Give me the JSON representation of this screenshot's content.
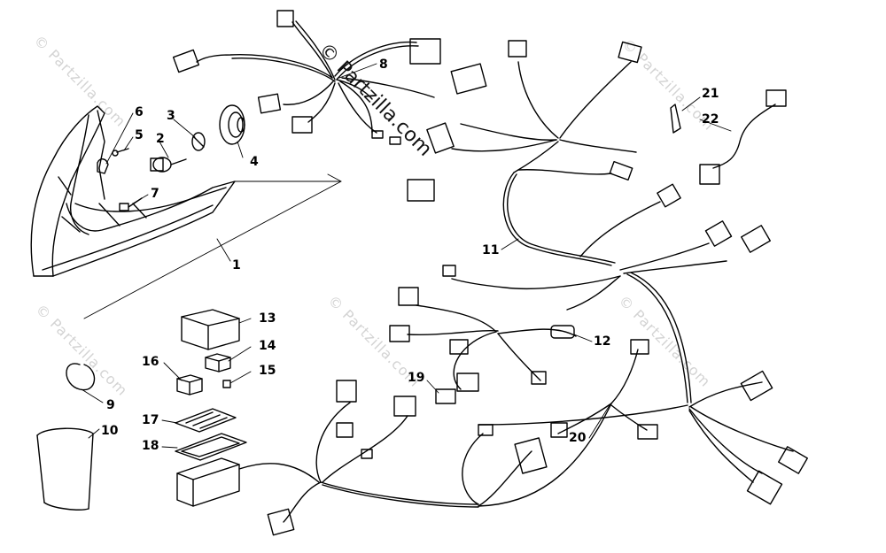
{
  "watermark": {
    "main": "© Partzilla.com",
    "faint": "© Partzilla.com"
  },
  "callouts": {
    "c1": "1",
    "c2": "2",
    "c3": "3",
    "c4": "4",
    "c5": "5",
    "c6": "6",
    "c7": "7",
    "c8": "8",
    "c9": "9",
    "c10": "10",
    "c11": "11",
    "c12": "12",
    "c13": "13",
    "c14": "14",
    "c15": "15",
    "c16": "16",
    "c17": "17",
    "c18": "18",
    "c19": "19",
    "c20": "20",
    "c21": "21",
    "c22": "22"
  }
}
